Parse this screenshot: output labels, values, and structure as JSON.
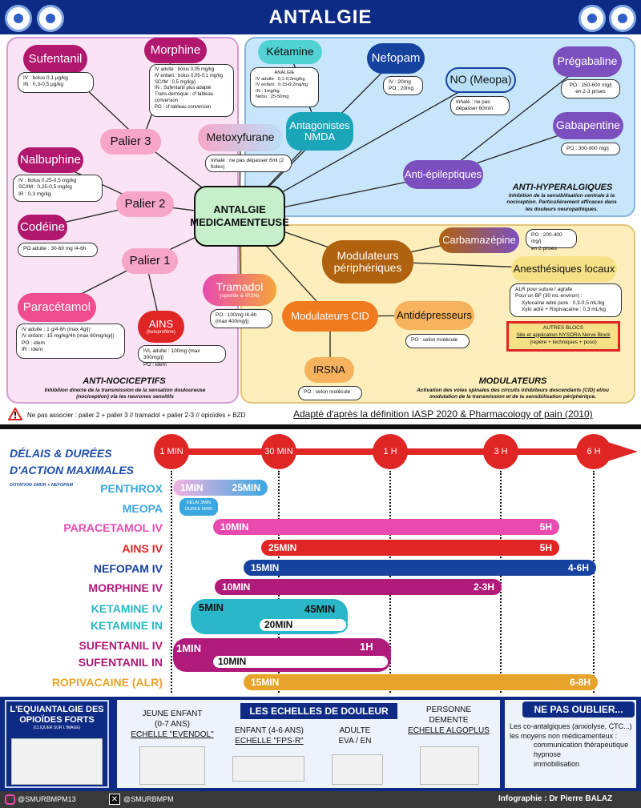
{
  "title": "ANTALGIE",
  "center": "ANTALGIE MEDICAMENTEUSE",
  "anti_nociceptifs": {
    "caption": "ANTI-NOCICEPTIFS",
    "subtitle": "Inhibition directe de la transmission de la sensation douloureuse (nociception) via les neurones sensitifs",
    "sufentanil": {
      "label": "Sufentanil",
      "details": [
        "IV : bolus 0,1 µg/kg",
        "IN : 0,3-0,5 µg/kg"
      ]
    },
    "morphine": {
      "label": "Morphine",
      "details": [
        "IV adulte : bolus 0,05 mg/kg",
        "IV enfant : bolus 0,05-0,1 mg/kg",
        "SC/IM : 0,5 mg/kg/j",
        "IN : Sufentanil plus adapté",
        "Trans-dermique : cf tableau conversion",
        "PO : cf tableau conversion"
      ]
    },
    "palier3": "Palier 3",
    "palier2": "Palier 2",
    "palier1": "Palier 1",
    "nalbuphine": {
      "label": "Nalbuphine",
      "details": [
        "IV : bolus 0,25-0,5 mg/kg",
        "SC/IM : 0,25-0,5 mg/kg",
        "IR : 0,3 mg/kg"
      ]
    },
    "codeine": {
      "label": "Codéine",
      "details": [
        "PO adulte : 30-60 mg /4-6h"
      ]
    },
    "paracetamol": {
      "label": "Paracétamol",
      "details": [
        "IV adulte : 1 g/4-6h (max 4g/j)",
        "IV enfant : 15 mg/kg/4h (max 60mg/kg/j)",
        "PO : idem",
        "IR : idem"
      ]
    },
    "ains": {
      "label": "AINS",
      "sub": "(ketoprofène)",
      "details": [
        "IVL adulte : 100mg (max 300mg/j)",
        "PO : idem"
      ]
    },
    "metoxyflurane": {
      "label": "Metoxyfurane",
      "details": [
        "Inhalé : ne pas dépasser 6ml (2 fioles)"
      ]
    },
    "tramadol": {
      "label": "Tramadol",
      "sub": "(opioïde & IRSN)",
      "details": [
        "PO : 100mg /4-6h",
        "(max 400mg/j)"
      ]
    }
  },
  "anti_hyperalgiques": {
    "caption": "ANTI-HYPERALGIQUES",
    "subtitle": "Inhibition de la sensibilisation centrale à la nociception. Particulièrement efficaces dans les douleurs neuropathiques.",
    "ketamine": {
      "label": "Kétamine",
      "details": [
        "ANALGIE",
        "IV adulte : 0,1-0,3mg/kg",
        "IV enfant : 0,15-0,2mg/kg",
        "IN : 1mg/kg",
        "Nébu : 25-50mg"
      ]
    },
    "nmda": "Antagonistes NMDA",
    "nefopam": {
      "label": "Nefopam",
      "details": [
        "IV : 20mg",
        "PO : 20mg"
      ]
    },
    "meopa": {
      "label": "NO (Meopa)",
      "details": [
        "Inhalé : ne pas dépasser 60min"
      ]
    },
    "pregabaline": {
      "label": "Prégabaline",
      "details": [
        "PO : 150-600 mg/j",
        "en 2-3 prises"
      ]
    },
    "gabapentine": {
      "label": "Gabapentine",
      "details": [
        "PO : 300-900 mg/j"
      ]
    },
    "antiepileptiques": "Anti-épileptiques"
  },
  "modulateurs": {
    "caption": "MODULATEURS",
    "subtitle": "Activation des voies spinales des circuits inhibiteurs descendants (CID) et/ou modulation de la transmission et de la sensibilisation périphérique.",
    "peripheriques": "Modulateurs périphériques",
    "carbamazepine": {
      "label": "Carbamazépine",
      "details": [
        "PO : 200-400 mg/j",
        "en 2 prises"
      ]
    },
    "anesthesiques": {
      "label": "Anesthésiques locaux",
      "details": [
        "ALR pour suture / agrafe",
        "Pour un BF (30 mL environ) :",
        "Xylocaïne adré pure : 0,3-0,5 mL/kg",
        "Xylo adré + Ropivacaïne : 0,3 mL/kg"
      ]
    },
    "autres": [
      "AUTRES BLOCS",
      "Site et application NYSORA Nerve Block",
      "(repère + techniques + poso)"
    ],
    "cid": "Modulateurs CID",
    "antidepresseurs": {
      "label": "Antidépresseurs",
      "details": [
        "PO : selon molécule"
      ]
    },
    "irsna": {
      "label": "IRSNA",
      "details": [
        "PO : selon molécule"
      ]
    }
  },
  "warning": "Ne pas associer : palier 2 + palier 3 // tramadol + palier 2-3 // opioïdes + BZD",
  "adapted": "Adapté d'après la définition IASP 2020 & Pharmacology of pain (2010)",
  "timeline": {
    "title": "DÉLAIS & DURÉES D'ACTION MAXIMALES",
    "subtitle": "DOTATION SMUR + NEFOPAM",
    "ticks": [
      "1 MIN",
      "30 MIN",
      "1 H",
      "3 H",
      "6 H"
    ],
    "drugs": [
      {
        "name": "PENTHROX",
        "color": "#3aa7e0",
        "start": "1MIN",
        "end": "25MIN"
      },
      {
        "name": "MEOPA",
        "color": "#3aa7e0",
        "note1": "DÉLAI 3MIN",
        "note2": "DUREE 5MIN"
      },
      {
        "name": "PARACETAMOL IV",
        "color": "#e84ab0",
        "start": "10MIN",
        "end": "5H"
      },
      {
        "name": "AINS IV",
        "color": "#e02525",
        "start": "25MIN",
        "end": "5H"
      },
      {
        "name": "NEFOPAM IV",
        "color": "#1642a0",
        "start": "15MIN",
        "end": "4-6H"
      },
      {
        "name": "MORPHINE IV",
        "color": "#b01a7a",
        "start": "10MIN",
        "end": "2-3H"
      },
      {
        "name": "KETAMINE IV",
        "color": "#2ab7c9",
        "start": "5MIN",
        "end": "45MIN"
      },
      {
        "name": "KETAMINE IN",
        "color": "#2ab7c9",
        "start": "20MIN"
      },
      {
        "name": "SUFENTANIL IV",
        "color": "#b01a7a",
        "start": "1MIN",
        "end": "1H"
      },
      {
        "name": "SUFENTANIL IN",
        "color": "#b01a7a",
        "start": "10MIN"
      },
      {
        "name": "ROPIVACAINE (ALR)",
        "color": "#e8a32a",
        "start": "15MIN",
        "end": "6-8H"
      }
    ]
  },
  "footer": {
    "equi_title": "L'EQUIANTALGIE DES OPIOÏDES FORTS",
    "equi_sub": "(CLIQUER SUR L'IMAGE)",
    "echelles_title": "LES ECHELLES DE DOULEUR",
    "jeune": [
      "JEUNE ENFANT",
      "(0-7 ANS)",
      "ECHELLE \"EVENDOL\""
    ],
    "enfant": [
      "ENFANT (4-6 ANS)",
      "ECHELLE \"FPS-R\""
    ],
    "adulte": [
      "ADULTE",
      "EVA / EN"
    ],
    "personne": [
      "PERSONNE",
      "DEMENTE",
      "ECHELLE ALGOPLUS"
    ],
    "oublier_title": "NE PAS OUBLIER...",
    "oublier": [
      "Les co-antalgiques (anxiolyse, CTC...)",
      "les moyens non médicamenteux :",
      "communication thérapeutique",
      "hypnose",
      "immobilisation"
    ],
    "instagram": "@SMURBMPM13",
    "x": "@SMURBMPM",
    "credit": "Infographie : Dr Pierre BALAZ"
  }
}
